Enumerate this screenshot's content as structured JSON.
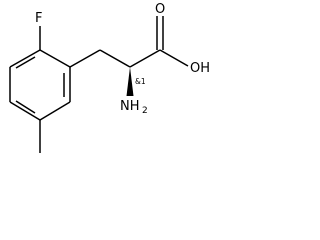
{
  "molecule": {
    "atoms": {
      "fluorine": "F",
      "hydroxyl": "OH",
      "carbonyl_oxygen": "O",
      "amine_main": "NH",
      "amine_subscript": "2"
    },
    "stereo_annotation": "&1",
    "colors": {
      "bond": "#000000",
      "text": "#000000",
      "background": "#ffffff"
    }
  }
}
